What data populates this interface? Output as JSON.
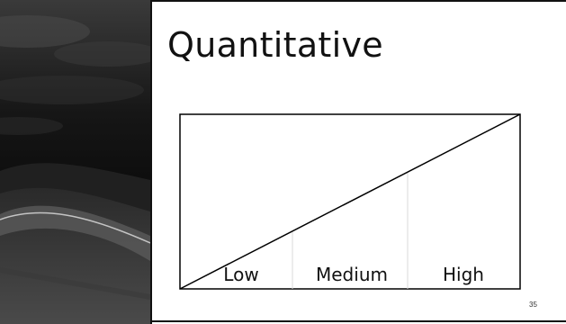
{
  "slide": {
    "title": "Quantitative",
    "page_number": "35"
  },
  "diagram": {
    "labels": [
      "Low",
      "Medium",
      "High"
    ]
  }
}
